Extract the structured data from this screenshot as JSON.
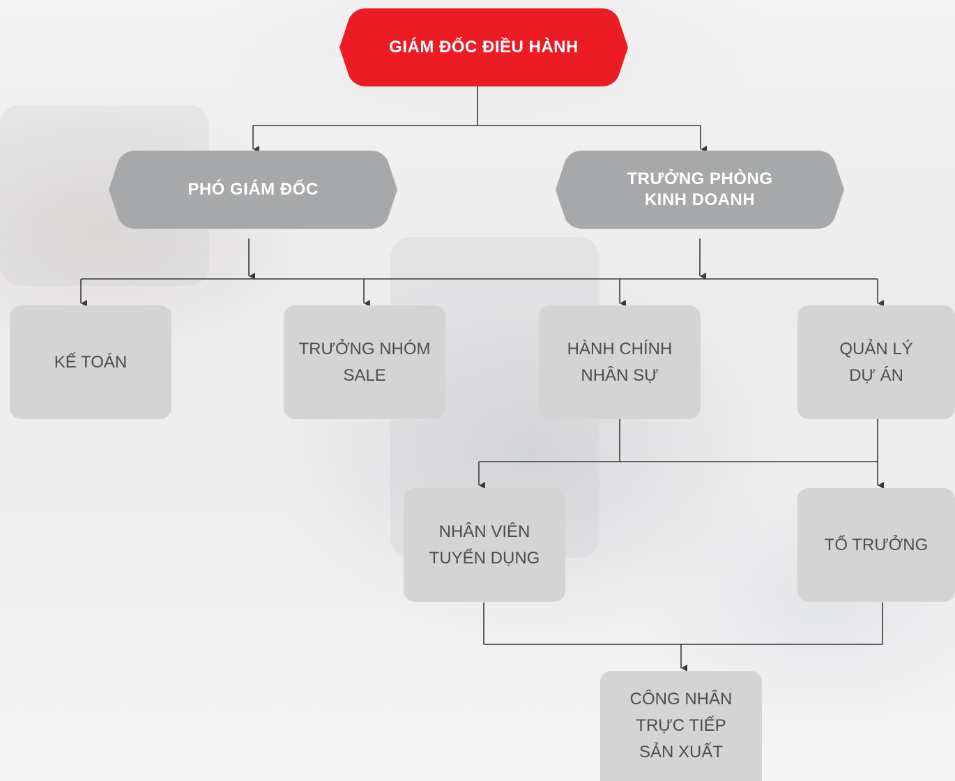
{
  "colors": {
    "ceo_fill": "#ed1c24",
    "manager_fill": "#a7a8aa",
    "box_fill": "#d4d4d5",
    "line": "#3a3a3a"
  },
  "nodes": {
    "ceo": {
      "label": "GIÁM ĐỐC ĐIỀU HÀNH"
    },
    "deputy_director": {
      "label": "PHÓ GIÁM ĐỐC"
    },
    "sales_manager": {
      "line1": "TRƯỞNG PHÒNG",
      "line2": "KINH DOANH"
    },
    "accounting": {
      "label": "KẾ TOÁN"
    },
    "sales_team_lead": {
      "line1": "TRƯỞNG NHÓM",
      "line2": "SALE"
    },
    "hr_admin": {
      "line1": "HÀNH CHÍNH",
      "line2": "NHÂN SỰ"
    },
    "project_manager": {
      "line1": "QUẢN LÝ",
      "line2": "DỰ ÁN"
    },
    "recruiter": {
      "line1": "NHÂN VIÊN",
      "line2": "TUYỂN DỤNG"
    },
    "team_leader": {
      "label": "TỔ TRƯỞNG"
    },
    "production_worker": {
      "line1": "CÔNG NHÂN",
      "line2": "TRỰC TIẾP",
      "line3": "SẢN XUẤT"
    }
  }
}
